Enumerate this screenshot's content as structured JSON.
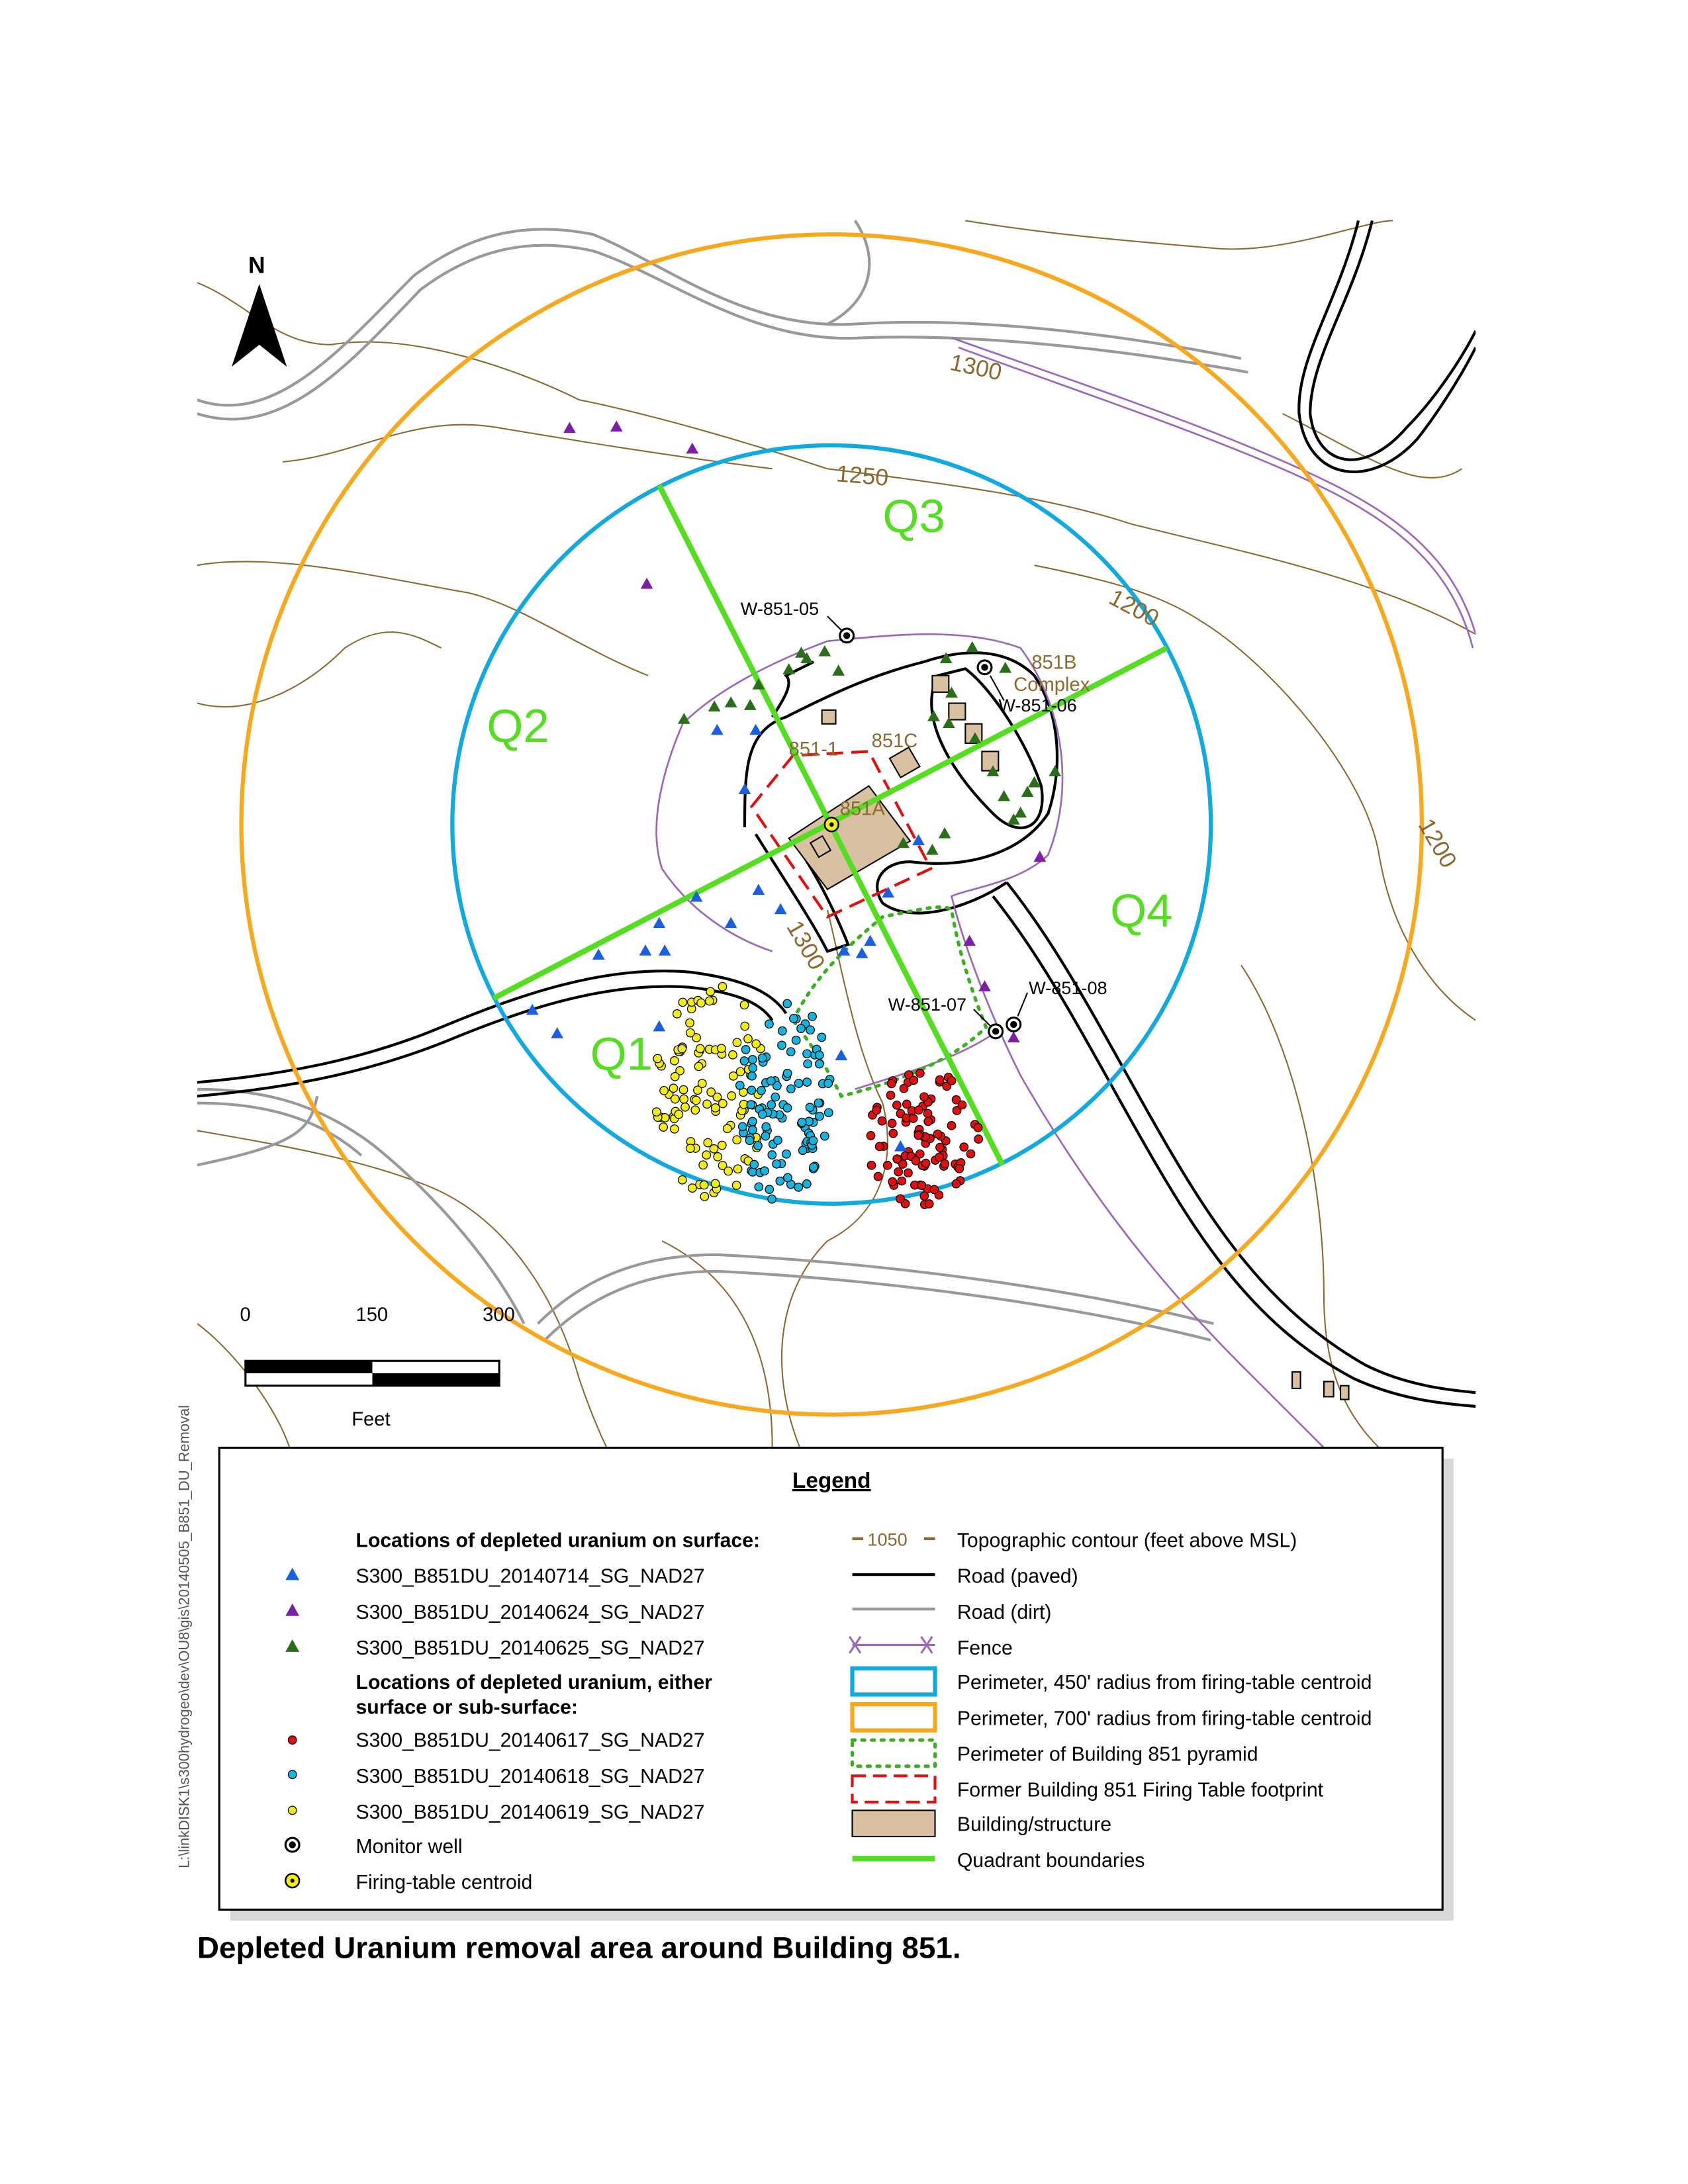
{
  "north_label": "N",
  "path_text": "L:\\linkDISK1\\s300hydrogeo\\dev\\OU8\\gis\\20140505_B851_DU_Removal",
  "quadrants": [
    "Q1",
    "Q2",
    "Q3",
    "Q4"
  ],
  "contours": [
    "1300",
    "1250",
    "1200",
    "1300",
    "1200"
  ],
  "wells": [
    "W-851-05",
    "W-851-06",
    "W-851-07",
    "W-851-08"
  ],
  "buildings": {
    "b851b_1": "851B",
    "b851b_2": "Complex",
    "b851c": "851C",
    "b8511": "851-1",
    "b851a": "851A"
  },
  "scale": {
    "t0": "0",
    "t1": "150",
    "t2": "300",
    "unit": "Feet"
  },
  "legend": {
    "title": "Legend",
    "surface_heading": "Locations of depleted uranium on surface:",
    "surface_items": [
      "S300_B851DU_20140714_SG_NAD27",
      "S300_B851DU_20140624_SG_NAD27",
      "S300_B851DU_20140625_SG_NAD27"
    ],
    "either_heading_1": "Locations of depleted uranium, either",
    "either_heading_2": "surface or sub-surface:",
    "either_items": [
      "S300_B851DU_20140617_SG_NAD27",
      "S300_B851DU_20140618_SG_NAD27",
      "S300_B851DU_20140619_SG_NAD27"
    ],
    "monitor_well": "Monitor well",
    "centroid": "Firing-table centroid",
    "contour_sample": "1050",
    "right_items": [
      "Topographic contour (feet above MSL)",
      "Road (paved)",
      "Road (dirt)",
      "Fence",
      "Perimeter, 450' radius from firing-table centroid",
      "Perimeter, 700' radius from firing-table centroid",
      "Perimeter of Building 851 pyramid",
      "Former Building 851 Firing Table footprint",
      "Building/structure",
      "Quadrant boundaries"
    ]
  },
  "caption": "Depleted Uranium removal area around Building 851.",
  "colors": {
    "blue_tri": "#1a5fe0",
    "purple_tri": "#7a1fa8",
    "green_tri": "#2a6e1a",
    "red": "#e01010",
    "cyan": "#18b4e0",
    "yellow": "#f2ec1a",
    "orange": "#f8a81c",
    "perim450": "#12a8e0",
    "quad": "#55dd22",
    "contour": "#8a6a30",
    "fence": "#9a6ab8",
    "building": "#d8c0a0"
  }
}
